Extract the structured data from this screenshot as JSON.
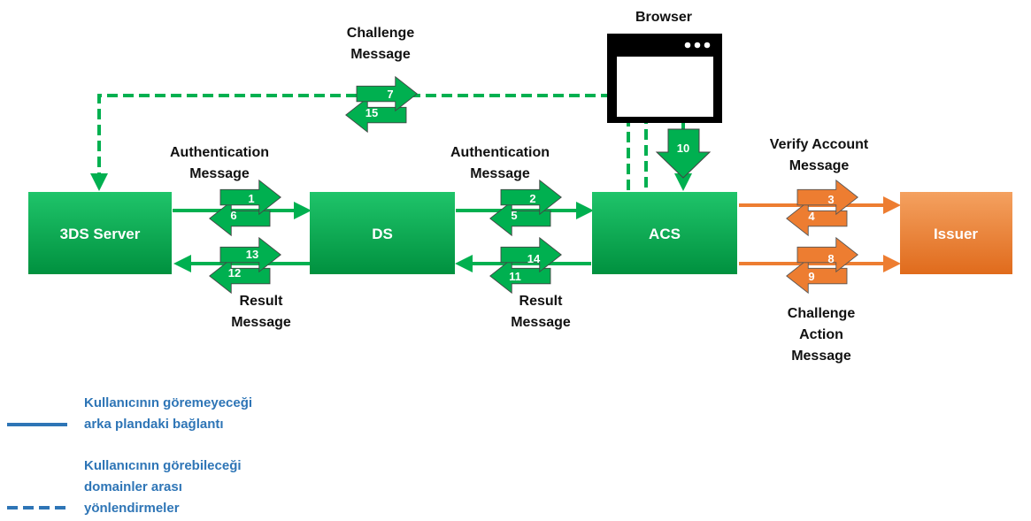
{
  "nodes": {
    "three_ds_server": "3DS Server",
    "ds": "DS",
    "acs": "ACS",
    "issuer": "Issuer",
    "browser": "Browser"
  },
  "labels": {
    "challenge_message": "Challenge\nMessage",
    "auth_message_left": "Authentication\nMessage",
    "auth_message_right": "Authentication\nMessage",
    "verify_account": "Verify Account\nMessage",
    "result_left": "Result\nMessage",
    "result_right": "Result\nMessage",
    "challenge_action": "Challenge\nAction\nMessage"
  },
  "steps": {
    "s1": "1",
    "s2": "2",
    "s3": "3",
    "s4": "4",
    "s5": "5",
    "s6": "6",
    "s7": "7",
    "s8": "8",
    "s9": "9",
    "s10": "10",
    "s11": "11",
    "s12": "12",
    "s13": "13",
    "s14": "14",
    "s15": "15"
  },
  "legend": {
    "solid": "Kullanıcının göremeyeceği\narka plandaki bağlantı",
    "dashed": "Kullanıcının görebileceği\ndomainler arası\nyönlendirmeler"
  },
  "colors": {
    "green": "#00b050",
    "green_dark": "#00913f",
    "orange": "#ed7d31",
    "orange_dark": "#c55a11",
    "legend_blue": "#2e75b6"
  }
}
